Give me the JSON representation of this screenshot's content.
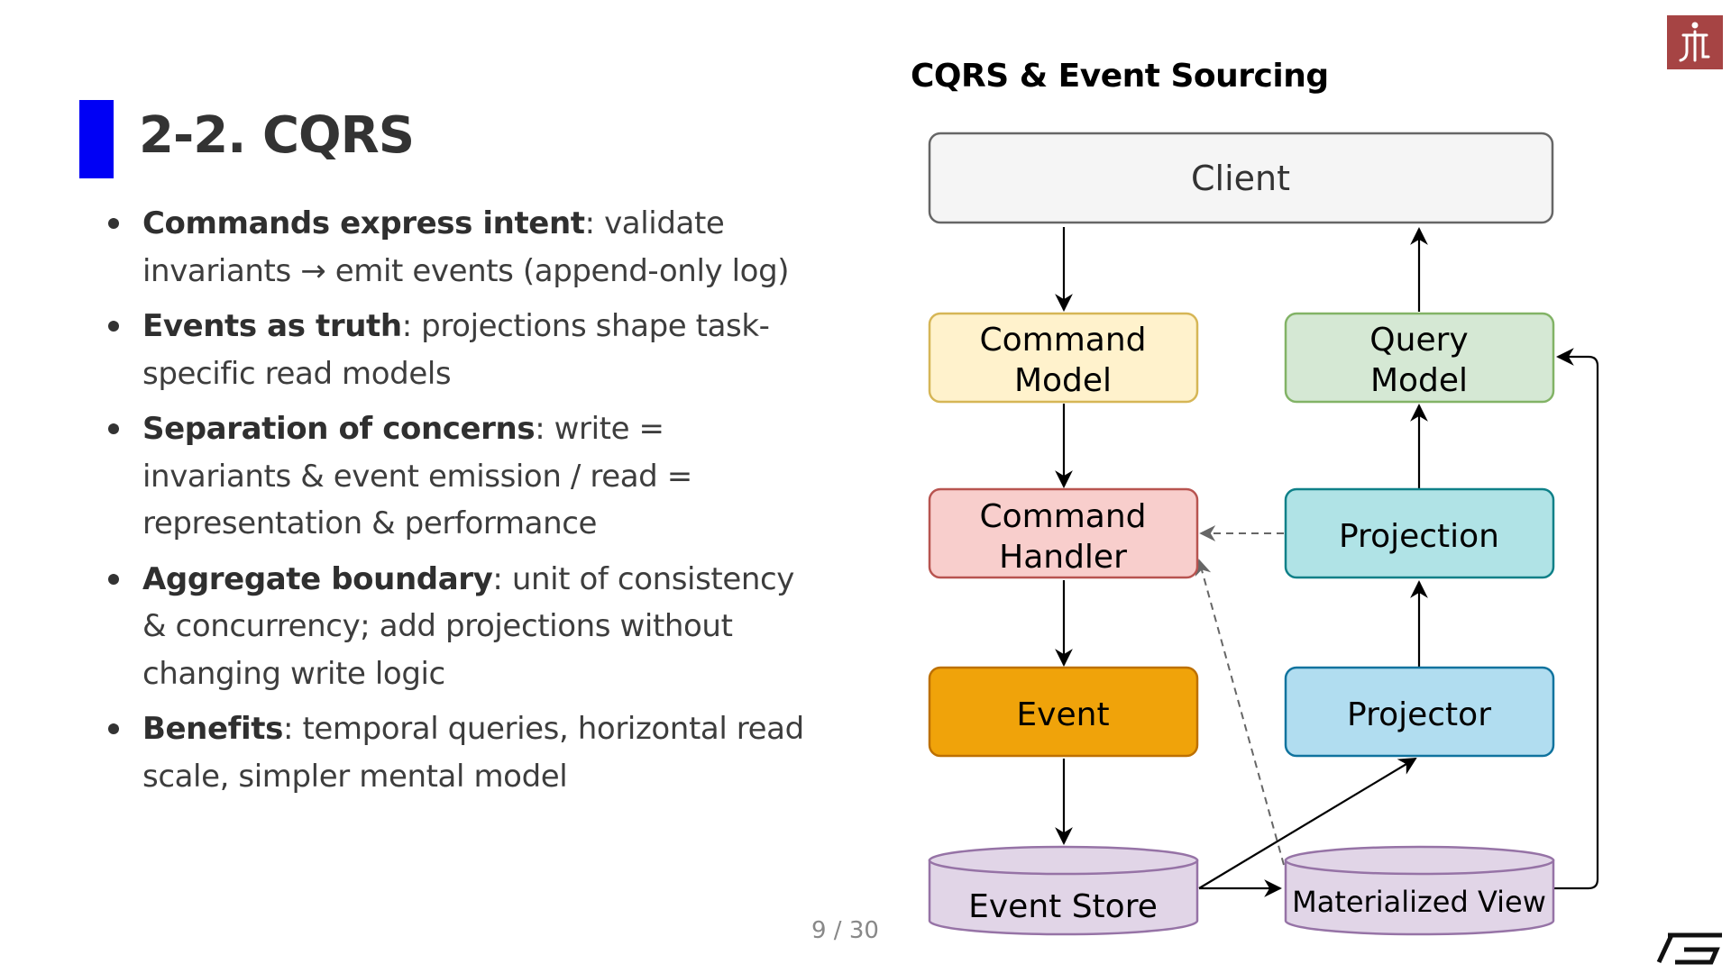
{
  "slide": {
    "title": "2-2. CQRS",
    "page_number": "9 / 30"
  },
  "bullets": [
    {
      "bold": "Commands express intent",
      "text": ": validate invariants → emit events (append-only log)"
    },
    {
      "bold": "Events as truth",
      "text": ": projections shape task-specific read models"
    },
    {
      "bold": "Separation of concerns",
      "text": ": write = invariants & event emission / read = representation & performance"
    },
    {
      "bold": "Aggregate boundary",
      "text": ": unit of consistency & concurrency; add projections without changing write logic"
    },
    {
      "bold": "Benefits",
      "text": ": temporal queries, horizontal read scale, simpler mental model"
    }
  ],
  "diagram": {
    "title": "CQRS & Event Sourcing",
    "nodes": {
      "client": "Client",
      "command_model_1": "Command",
      "command_model_2": "Model",
      "query_model_1": "Query",
      "query_model_2": "Model",
      "command_handler_1": "Command",
      "command_handler_2": "Handler",
      "projection": "Projection",
      "event": "Event",
      "projector": "Projector",
      "event_store": "Event Store",
      "materialized_view": "Materialized View"
    }
  },
  "colors": {
    "accent_bar": "#0000f5",
    "logo_bg": "#a64444",
    "client_fill": "#f5f5f5",
    "command_model_fill": "#fff2cc",
    "query_model_fill": "#d5e8d4",
    "command_handler_fill": "#f8cecc",
    "projection_fill": "#b0e3e6",
    "event_fill": "#f0a30a",
    "projector_fill": "#b1ddf0",
    "store_fill": "#e1d5e7"
  },
  "icons": {
    "logo": "university-emblem-icon",
    "brand": "company-brand-icon"
  }
}
